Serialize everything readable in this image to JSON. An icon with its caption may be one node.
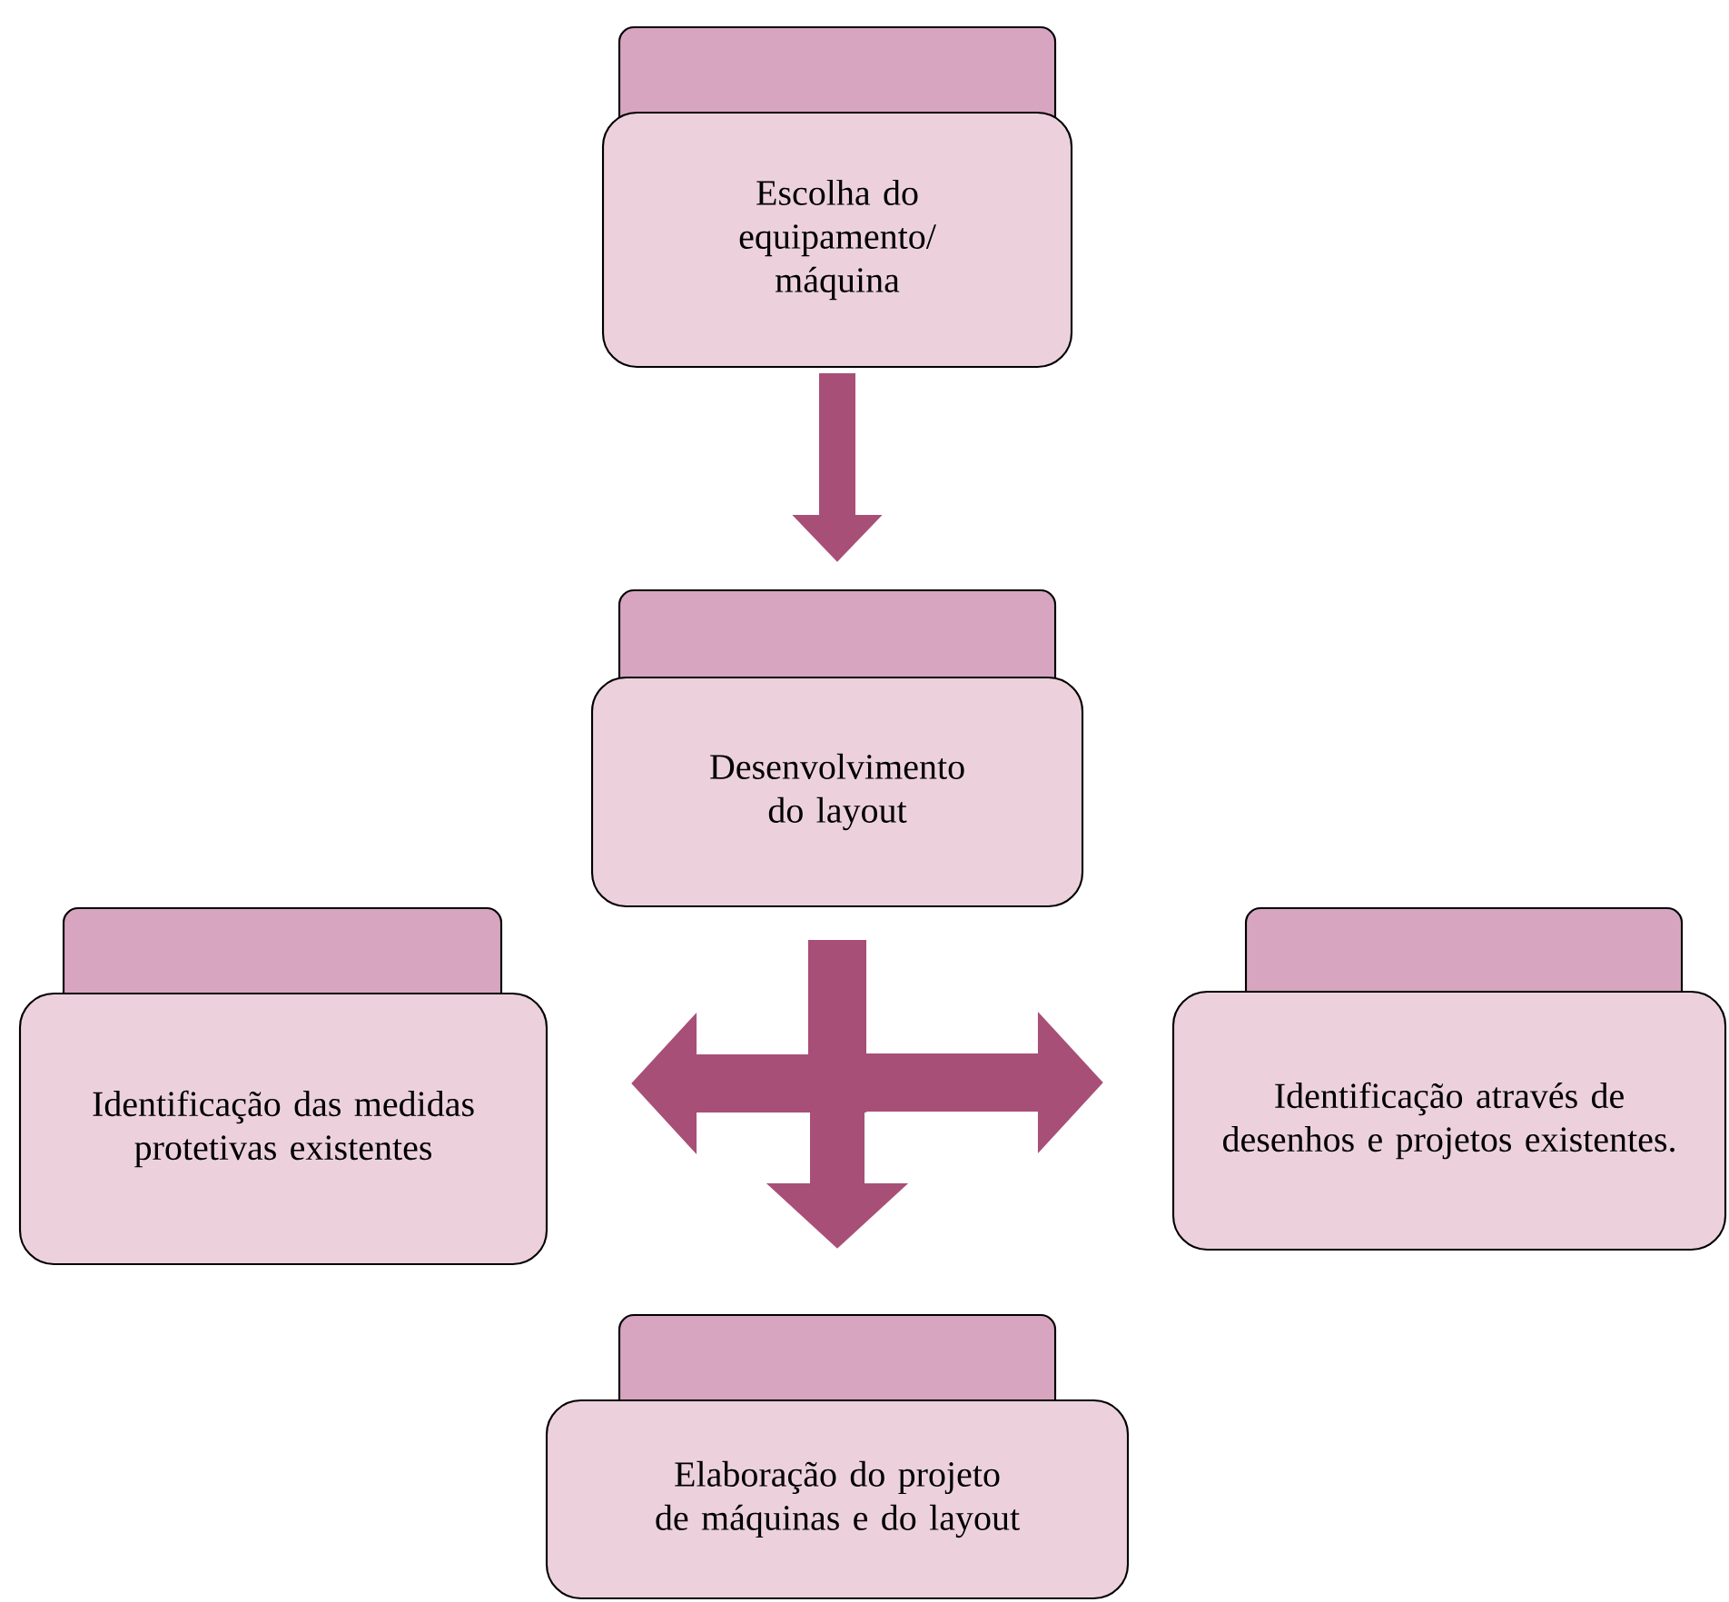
{
  "diagram": {
    "nodes": [
      {
        "text": [
          "Escolha do equipamento/ máquina"
        ]
      },
      {
        "text": [
          "Desenvolvimento do layout"
        ]
      },
      {
        "text": [
          "Identificação das medidas protetivas existentes"
        ]
      },
      {
        "text": [
          "Identificação através de desenhos e projetos existentes."
        ]
      },
      {
        "text": [
          "Elaboração do projeto de máquinas e do layout"
        ]
      }
    ],
    "edges": [
      {
        "from": 0,
        "to": 1,
        "arrow": "to"
      },
      {
        "from": 1,
        "to": 2,
        "arrow": "to"
      },
      {
        "from": 1,
        "to": 3,
        "arrow": "to"
      },
      {
        "from": 1,
        "to": 4,
        "arrow": "to"
      }
    ]
  }
}
